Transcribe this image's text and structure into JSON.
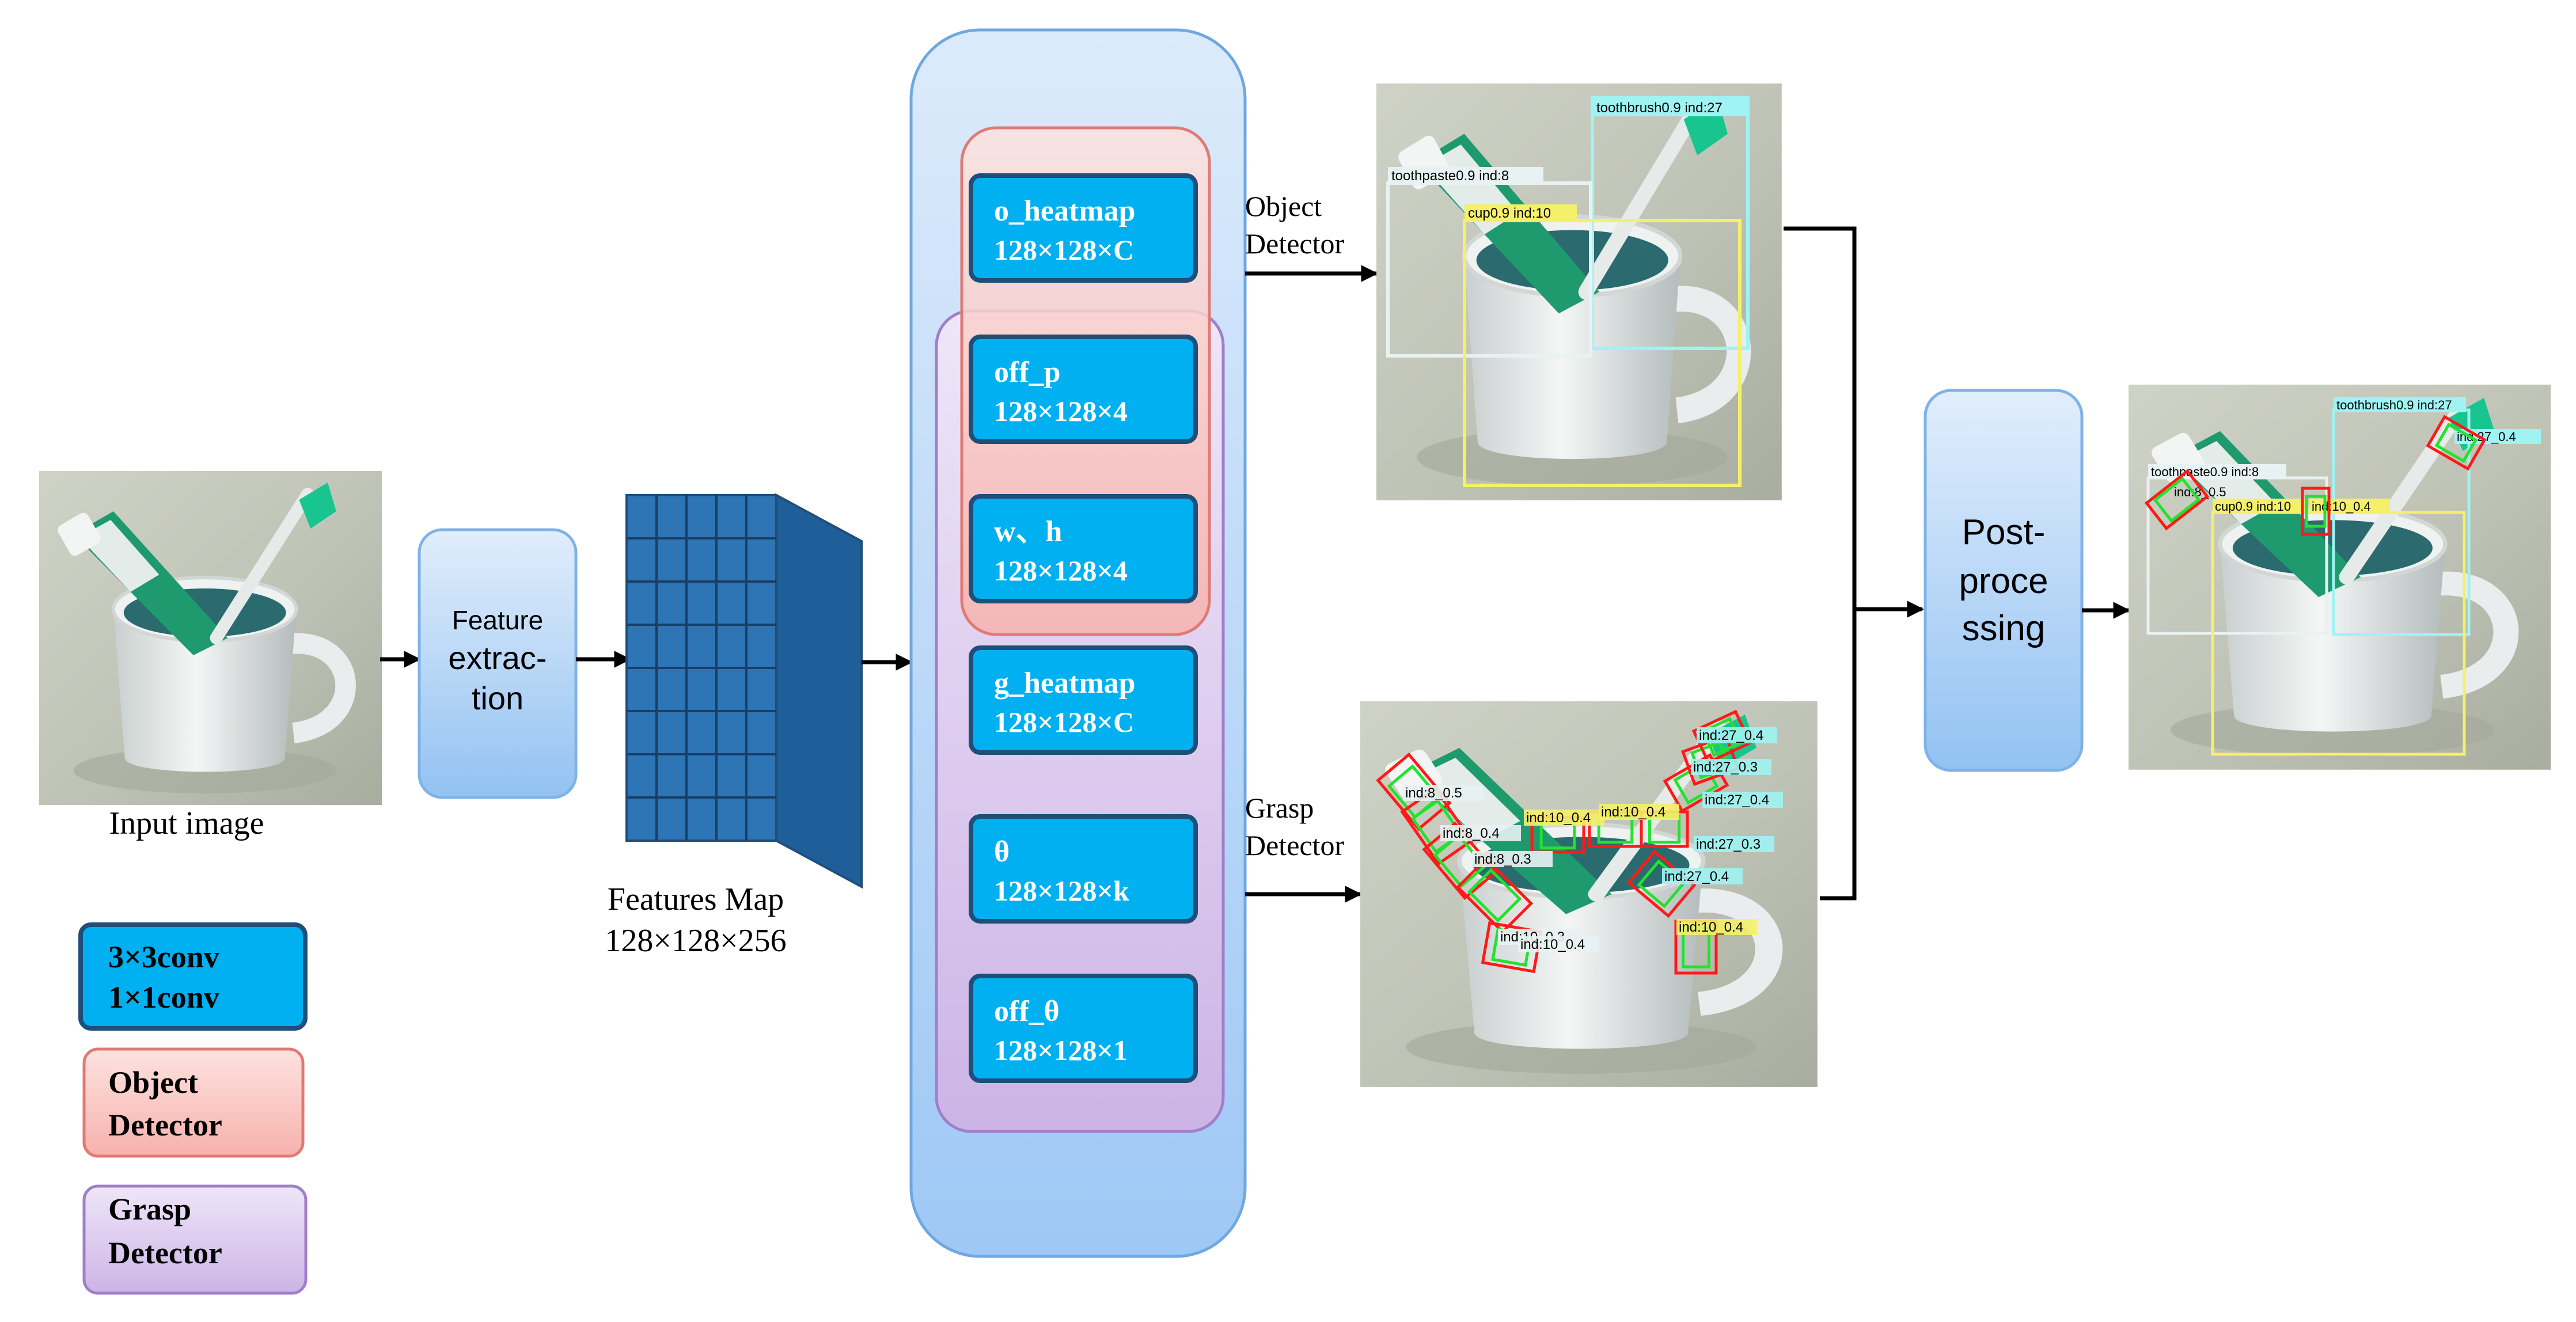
{
  "colors": {
    "conv_block": "#00b0f0",
    "conv_border": "#1f4e79",
    "object_detector": "#f9c6c2",
    "grasp_detector": "#d9c7ea",
    "panel_blue": "#b9d7f7",
    "feature_map": "#2e75b6",
    "box_white": "#e8f2f2",
    "box_cyan": "#9ff3f3",
    "box_yellow": "#f5f06a",
    "grasp_red": "#ff1a1a",
    "grasp_green": "#22e22e"
  },
  "input": {
    "caption": "Input  image"
  },
  "feature_extraction": {
    "line1": "Feature",
    "line2": "extrac-",
    "line3": "tion"
  },
  "features_map": {
    "line1": "Features Map",
    "line2": "128×128×256"
  },
  "heads": [
    {
      "name": "o_heatmap",
      "dims": "128×128×C"
    },
    {
      "name": "off_p",
      "dims": "128×128×4"
    },
    {
      "name": "w、h",
      "dims": "128×128×4"
    },
    {
      "name": "g_heatmap",
      "dims": "128×128×C"
    },
    {
      "name": "θ",
      "dims": "128×128×k"
    },
    {
      "name": "off_θ",
      "dims": "128×128×1"
    }
  ],
  "branches": {
    "object": {
      "line1": "Object",
      "line2": "Detector"
    },
    "grasp": {
      "line1": "Grasp",
      "line2": "Detector"
    }
  },
  "object_result": {
    "labels": [
      "toothbrush0.9  ind:27",
      "toothpaste0.9  ind:8",
      "cup0.9  ind:10"
    ]
  },
  "grasp_result": {
    "labels": [
      "ind:8_0.5",
      "ind:8_0.4",
      "ind:8_0.3",
      "ind:10_0.3",
      "ind:10_0.4",
      "ind:10_0.4",
      "ind:10_0.4",
      "ind:27_0.4",
      "ind:27_0.3",
      "ind:27_0.4",
      "ind:27_0.3",
      "ind:27_0.4",
      "ind:10_0.4"
    ]
  },
  "postprocessing": {
    "line1": "Post-",
    "line2": "proce",
    "line3": "ssing"
  },
  "final_result": {
    "labels": [
      "toothbrush0.9  ind:27",
      "toothpaste0.9  ind:8",
      "ind:8_0.5",
      "cup0.9  ind:10",
      "ind:10_0.4",
      "ind:27_0.4"
    ]
  },
  "legend": [
    {
      "line1": "3×3conv",
      "line2": "1×1conv"
    },
    {
      "line1": "Object",
      "line2": "Detector"
    },
    {
      "line1": "Grasp",
      "line2": "Detector"
    }
  ]
}
